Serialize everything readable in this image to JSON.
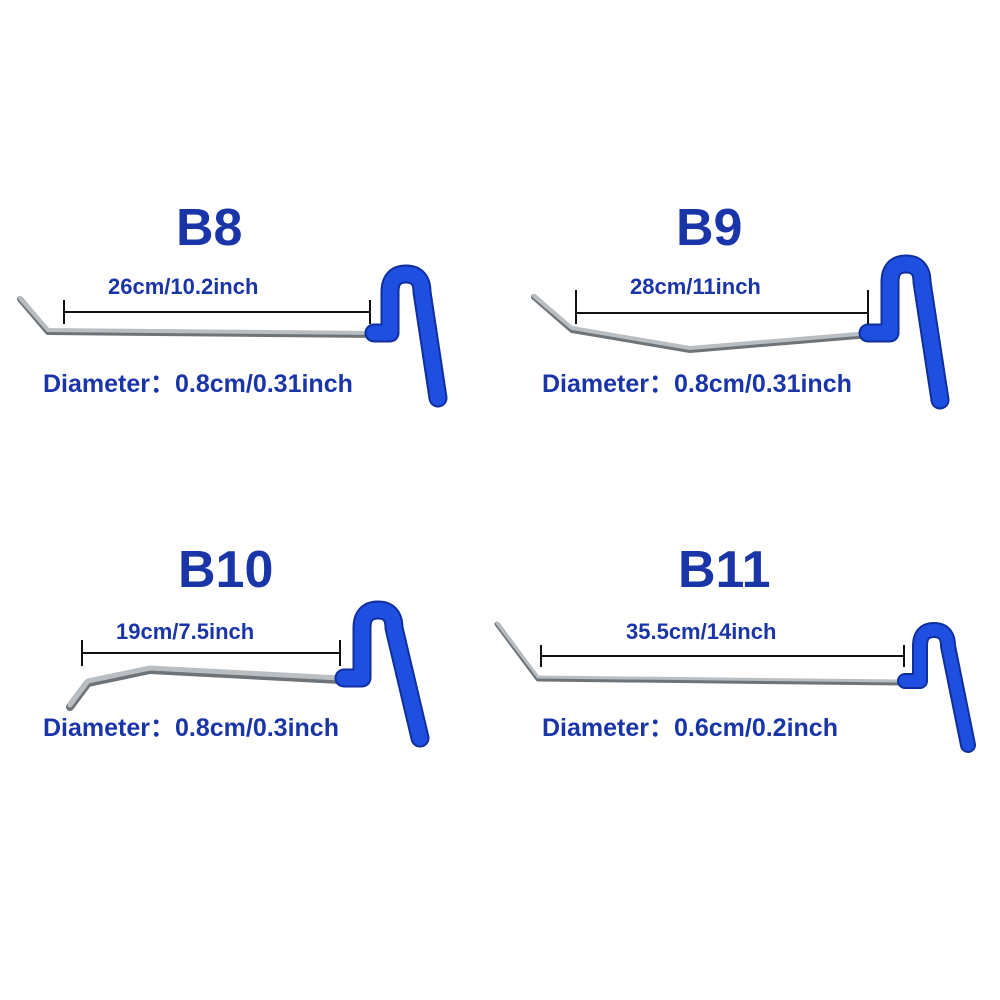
{
  "colors": {
    "text": "#1a35a8",
    "handle": "#1f4fe0",
    "handle_edge": "#0f2f9e",
    "rod": "#b9bec3",
    "rod_shadow": "#6e7378",
    "dimension_line": "#111111"
  },
  "tools": [
    {
      "model": "B8",
      "length": "26cm/10.2inch",
      "diameter_label": "Diameter：",
      "diameter_value": "0.8cm/0.31inch"
    },
    {
      "model": "B9",
      "length": "28cm/11inch",
      "diameter_label": "Diameter：",
      "diameter_value": "0.8cm/0.31inch"
    },
    {
      "model": "B10",
      "length": "19cm/7.5inch",
      "diameter_label": "Diameter：",
      "diameter_value": "0.8cm/0.3inch"
    },
    {
      "model": "B11",
      "length": "35.5cm/14inch",
      "diameter_label": "Diameter：",
      "diameter_value": "0.6cm/0.2inch"
    }
  ]
}
